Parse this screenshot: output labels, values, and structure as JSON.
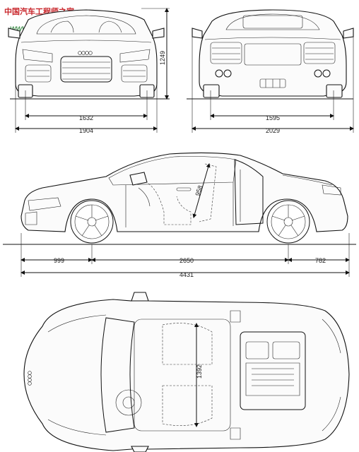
{
  "watermark": {
    "chinese": "中国汽车工程师之家",
    "url": "www.cartech8.com",
    "color_cn": "#c8262b",
    "color_url": "#1c7a2a"
  },
  "front_view": {
    "height_label": "1249",
    "track_label": "1632",
    "width_label": "1904"
  },
  "rear_view": {
    "track_label": "1595",
    "width_label": "2029"
  },
  "side_view": {
    "seat_dim_label": "958",
    "front_overhang_label": "999",
    "wheelbase_label": "2650",
    "rear_overhang_label": "782",
    "length_label": "4431"
  },
  "top_view": {
    "cabin_width_label": "1392"
  }
}
